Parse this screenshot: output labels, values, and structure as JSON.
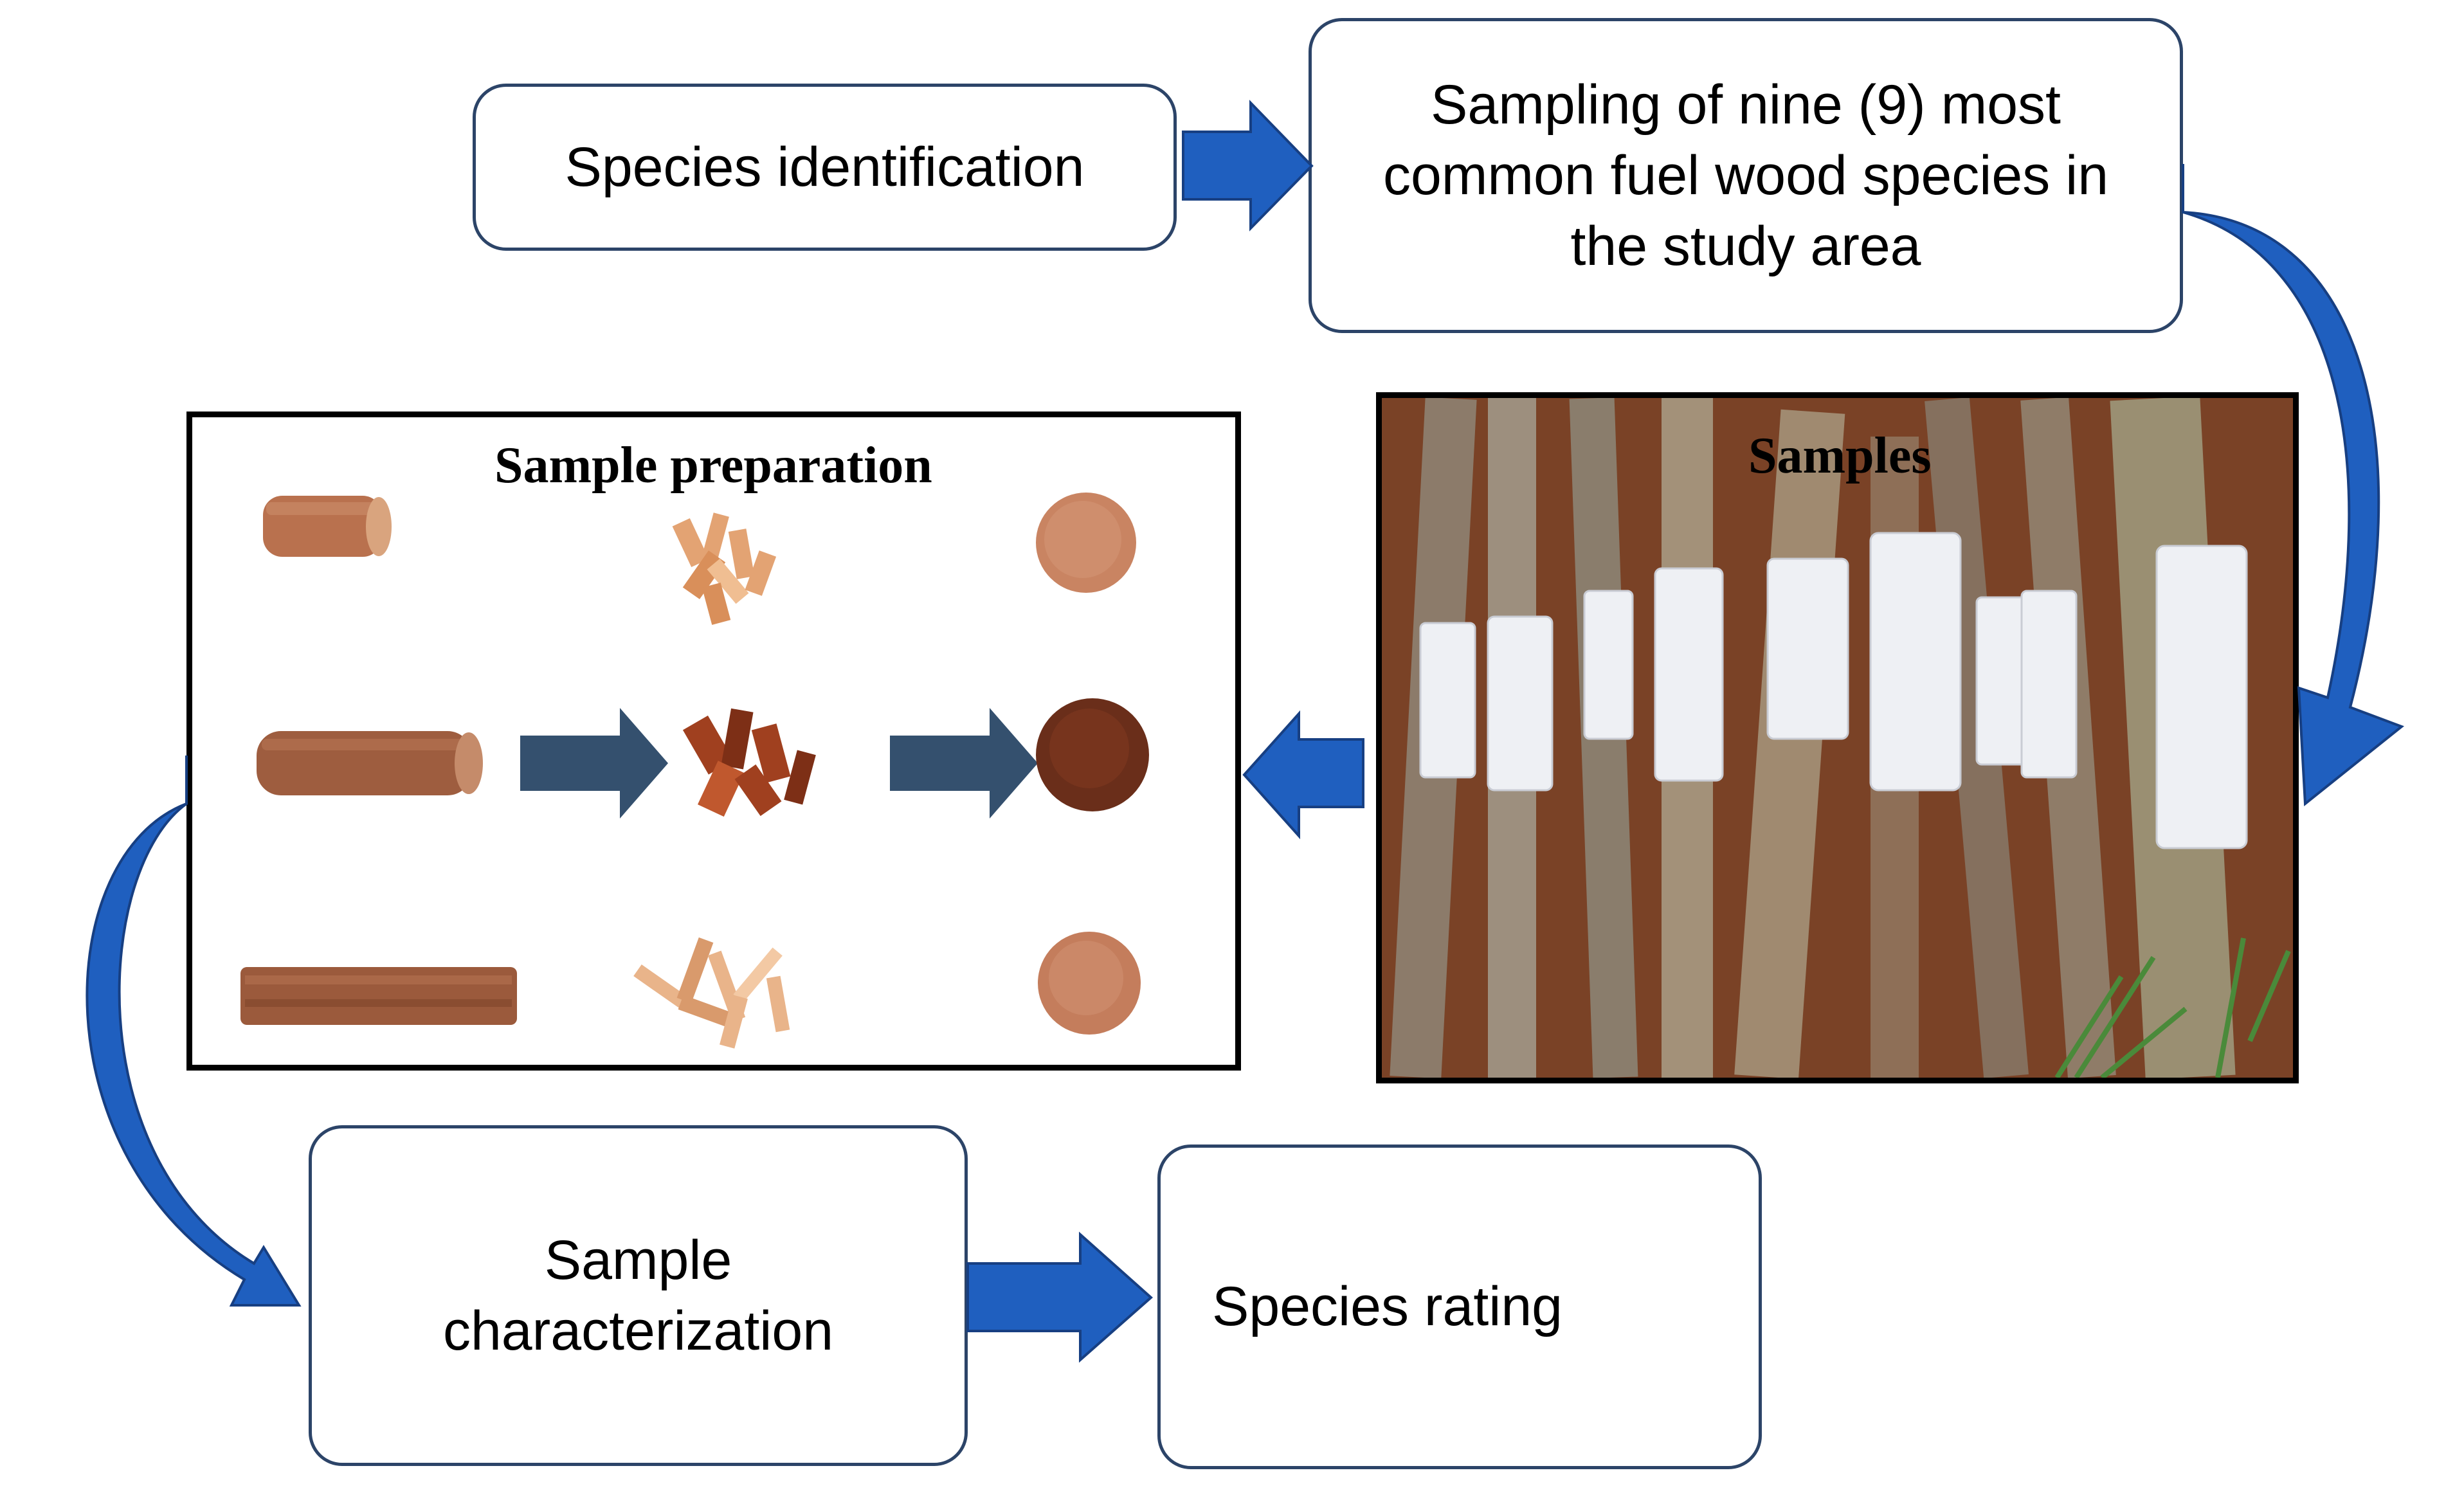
{
  "boxes": {
    "species_identification": "Species identification",
    "sampling_line1": "Sampling of nine (9) most",
    "sampling_line2": "common fuel wood species in",
    "sampling_line3": "the study area",
    "characterization_line1": "Sample",
    "characterization_line2": "characterization",
    "species_rating": "Species rating"
  },
  "panels": {
    "sample_preparation_title": "Sample preparation",
    "samples_title": "Samples"
  },
  "colors": {
    "arrow_blue": "#1f5fbf",
    "box_border": "#2c4468",
    "small_arrow": "#34506e",
    "wood_background": "#7a4226"
  }
}
